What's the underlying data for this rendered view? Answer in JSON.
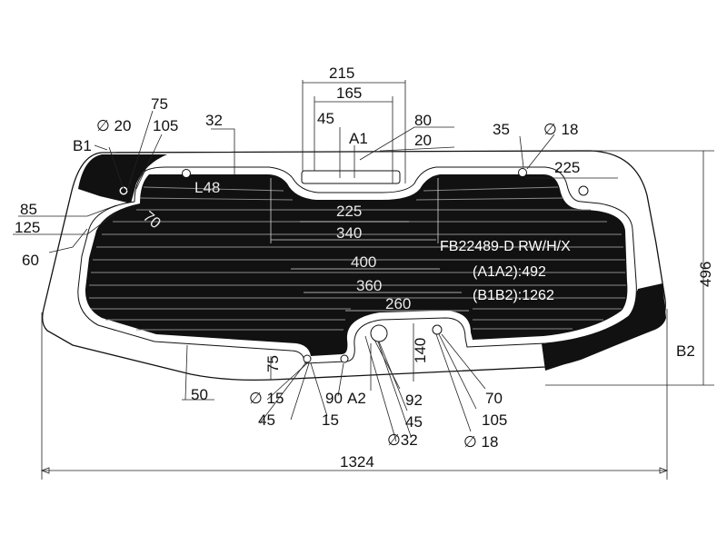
{
  "part_code": "FB22489-D RW/H/X",
  "spec_lines": [
    "(A1A2):492",
    "(B1B2):1262"
  ],
  "points": {
    "a1": "A1",
    "a2": "A2",
    "b1": "B1",
    "b2": "B2"
  },
  "dimensions": {
    "overall_width": "1324",
    "overall_height": "496",
    "top_215": "215",
    "top_165": "165",
    "top_45": "45",
    "top_80": "80",
    "top_20": "20",
    "d20": "∅ 20",
    "v75_top": "75",
    "v105_top": "105",
    "v32": "32",
    "v35": "35",
    "d18_top": "∅ 18",
    "v225_right": "225",
    "l48": "L48",
    "v85": "85",
    "v125": "125",
    "v60": "60",
    "v70_inner": "70",
    "in_225": "225",
    "in_340": "340",
    "in_400": "400",
    "in_360": "360",
    "in_260": "260",
    "v75_bottom": "75",
    "v140": "140",
    "v50": "50",
    "d15": "∅ 15",
    "v90": "90",
    "v92": "92",
    "v70_bottom": "70",
    "v45_left": "45",
    "v15": "15",
    "v45_mid": "45",
    "v105_bottom": "105",
    "d32": "∅32",
    "d18_bottom": "∅ 18"
  }
}
